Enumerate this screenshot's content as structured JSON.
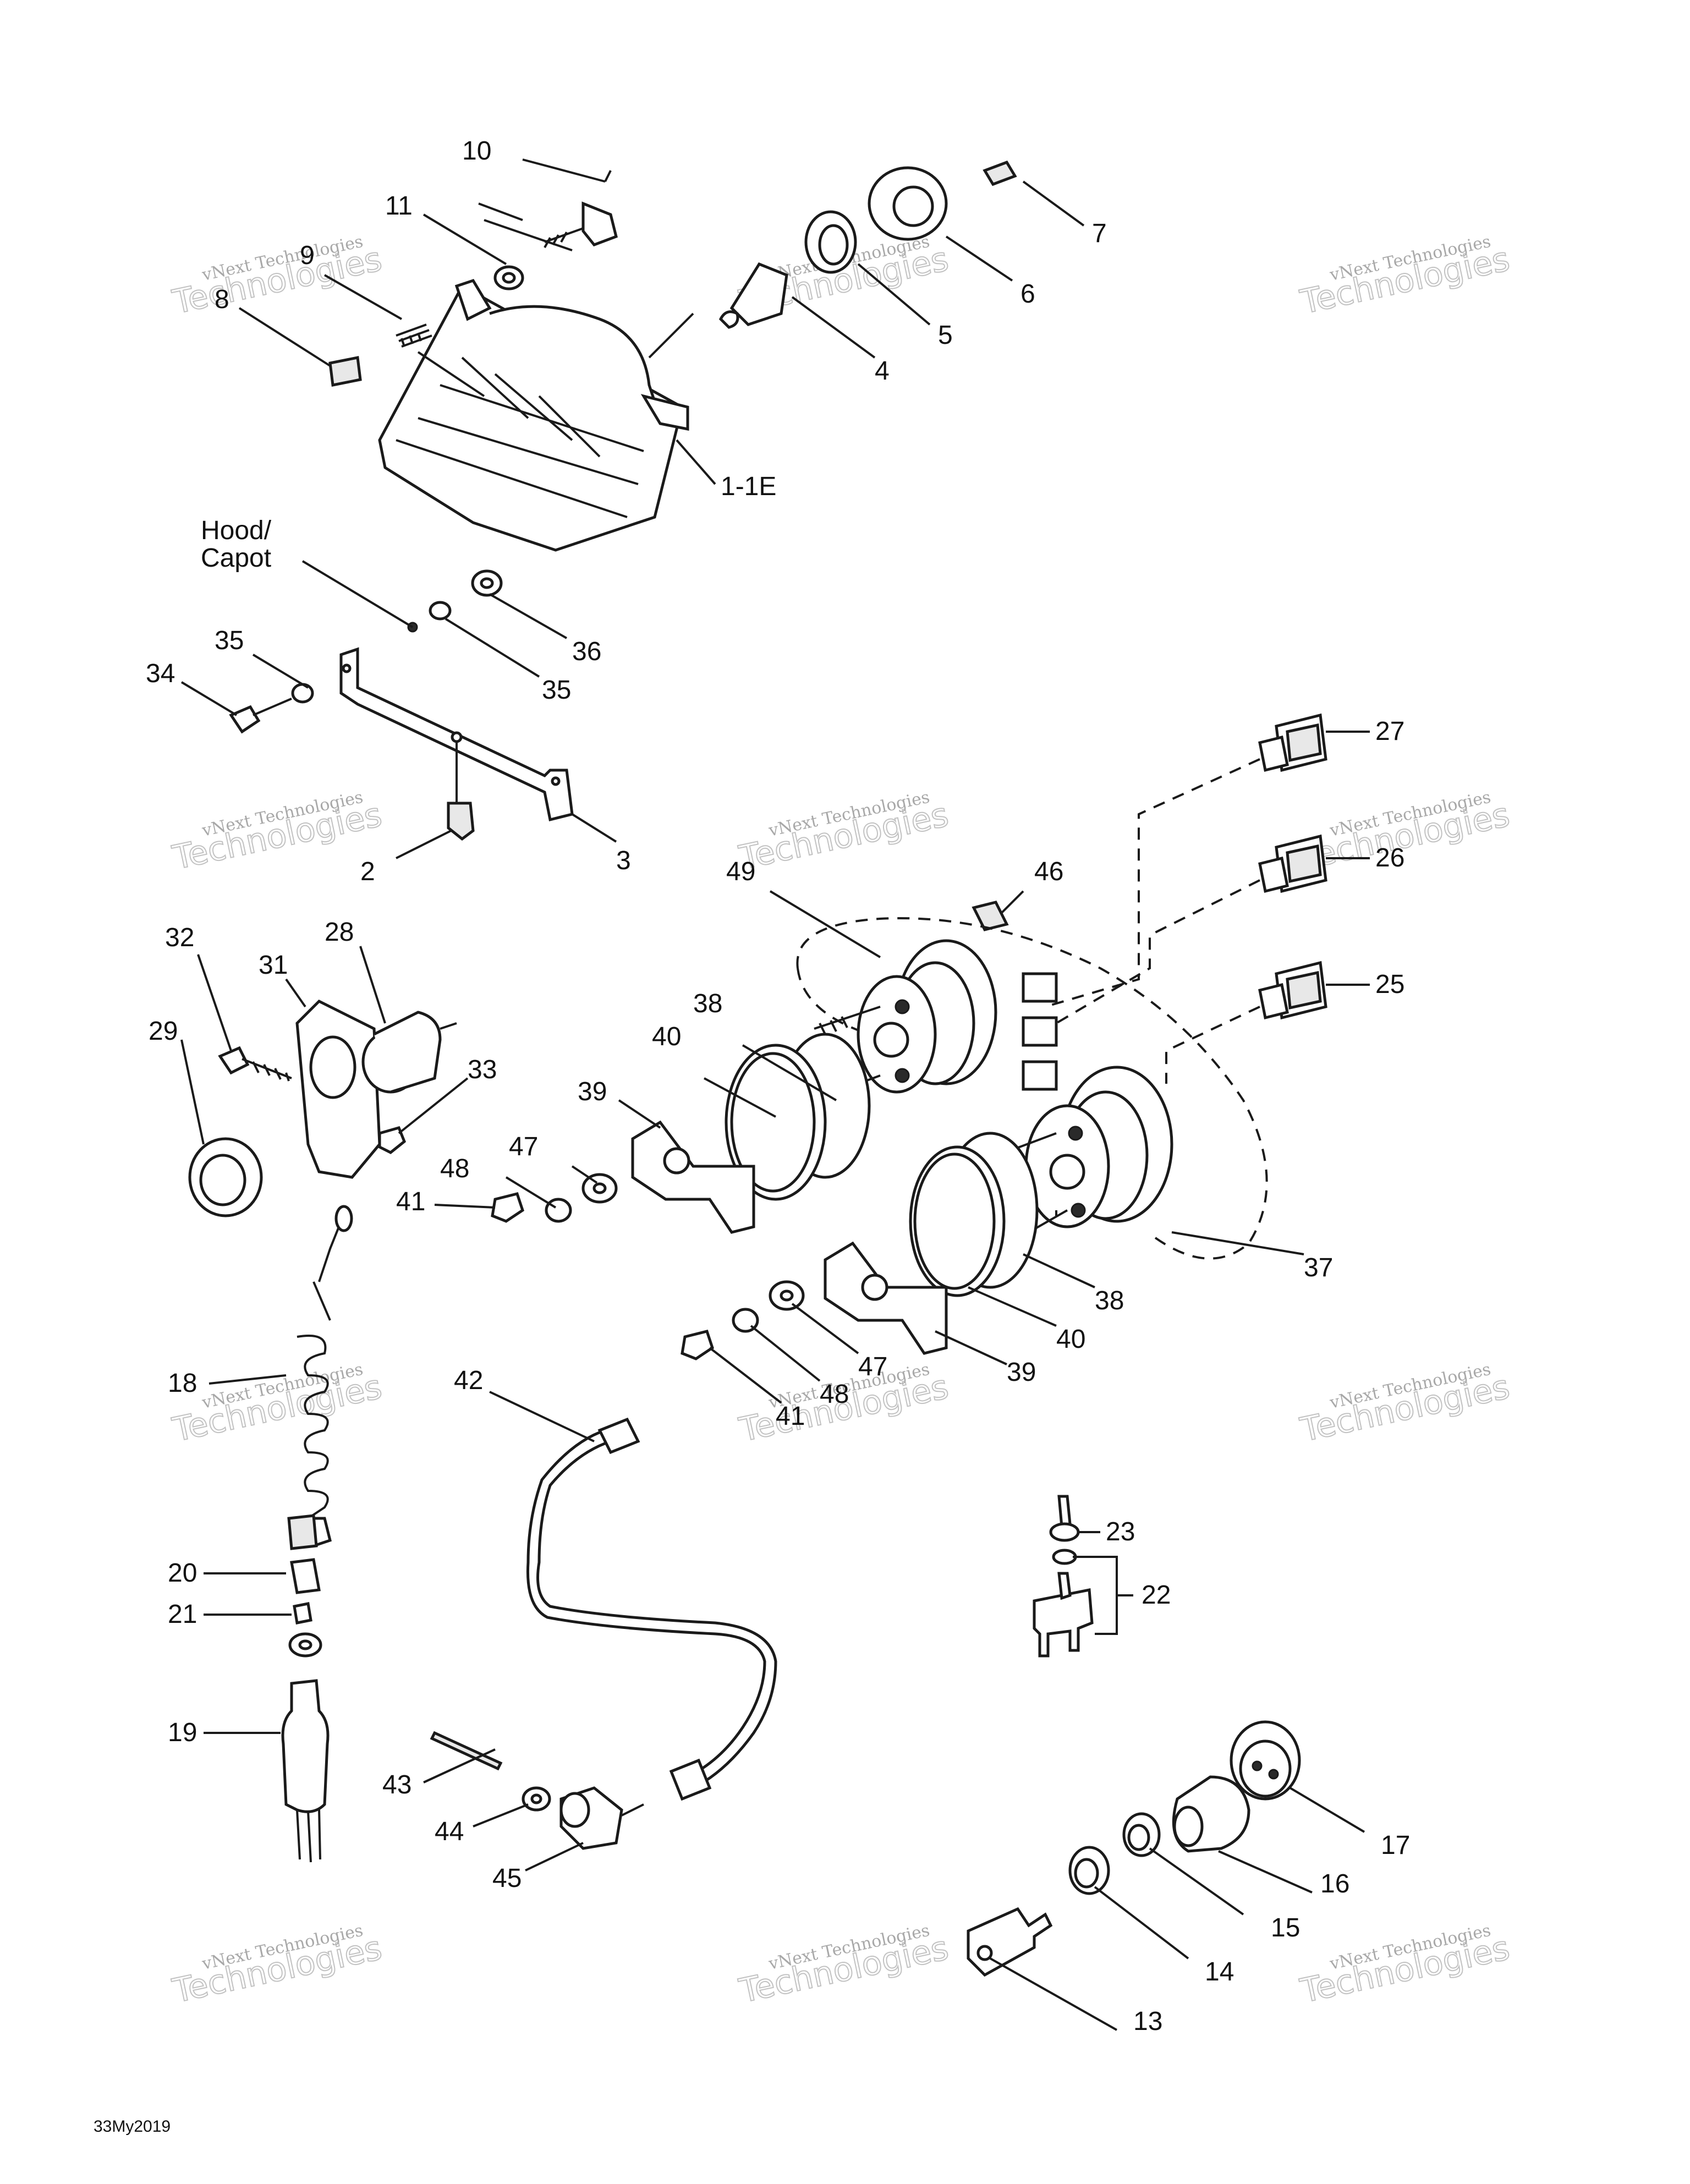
{
  "callouts": {
    "c10": "10",
    "c11": "11",
    "c9": "9",
    "c8": "8",
    "c7": "7",
    "c6": "6",
    "c5": "5",
    "c4": "4",
    "c1_1e": "1-1E",
    "hood_line1": "Hood/",
    "hood_line2": "Capot",
    "c36": "36",
    "c35a": "35",
    "c35b": "35",
    "c34": "34",
    "c3": "3",
    "c2": "2",
    "c27": "27",
    "c26": "26",
    "c25": "25",
    "c46": "46",
    "c49": "49",
    "c32": "32",
    "c31": "31",
    "c28": "28",
    "c29": "29",
    "c33": "33",
    "c38a": "38",
    "c40a": "40",
    "c39a": "39",
    "c47a": "47",
    "c48a": "48",
    "c41a": "41",
    "c37": "37",
    "c38b": "38",
    "c40b": "40",
    "c39b": "39",
    "c47b": "47",
    "c48b": "48",
    "c41b": "41",
    "c42": "42",
    "c18": "18",
    "c20": "20",
    "c21": "21",
    "c19": "19",
    "c23": "23",
    "c22": "22",
    "c43": "43",
    "c44": "44",
    "c45": "45",
    "c17": "17",
    "c16": "16",
    "c15": "15",
    "c14": "14",
    "c13": "13"
  },
  "watermark": {
    "small": "vNext Technologies",
    "big": "Technologies"
  },
  "footer": {
    "code": "33My2019"
  }
}
